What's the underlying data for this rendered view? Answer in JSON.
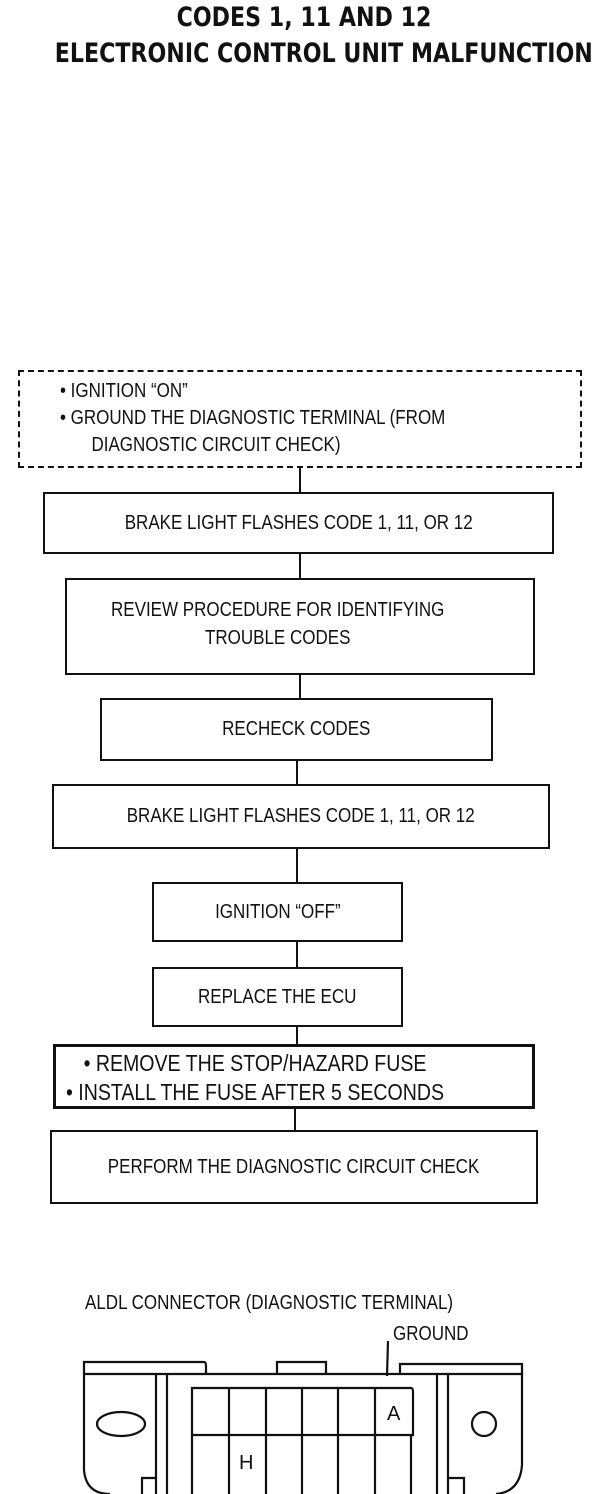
{
  "title": {
    "line1": "CODES 1, 11 AND 12",
    "line2": "ELECTRONIC CONTROL UNIT MALFUNCTION"
  },
  "flowchart": {
    "start_conditions": [
      "• IGNITION “ON”",
      "• GROUND THE DIAGNOSTIC TERMINAL (FROM",
      "DIAGNOSTIC CIRCUIT CHECK)"
    ],
    "steps": [
      {
        "lines": [
          "BRAKE LIGHT FLASHES CODE 1, 11, OR 12"
        ]
      },
      {
        "lines": [
          "REVIEW PROCEDURE FOR IDENTIFYING",
          "TROUBLE CODES"
        ]
      },
      {
        "lines": [
          "RECHECK CODES"
        ]
      },
      {
        "lines": [
          "BRAKE LIGHT FLASHES CODE 1, 11, OR 12"
        ]
      },
      {
        "lines": [
          "IGNITION “OFF”"
        ]
      },
      {
        "lines": [
          "REPLACE THE ECU"
        ]
      },
      {
        "lines": [
          "• REMOVE THE STOP/HAZARD FUSE",
          "• INSTALL THE FUSE AFTER 5 SECONDS"
        ]
      },
      {
        "lines": [
          "PERFORM THE DIAGNOSTIC CIRCUIT CHECK"
        ]
      }
    ]
  },
  "connector": {
    "caption": "ALDL CONNECTOR (DIAGNOSTIC TERMINAL)",
    "ground_label": "GROUND",
    "terminal_a": "A",
    "terminal_h": "H"
  }
}
